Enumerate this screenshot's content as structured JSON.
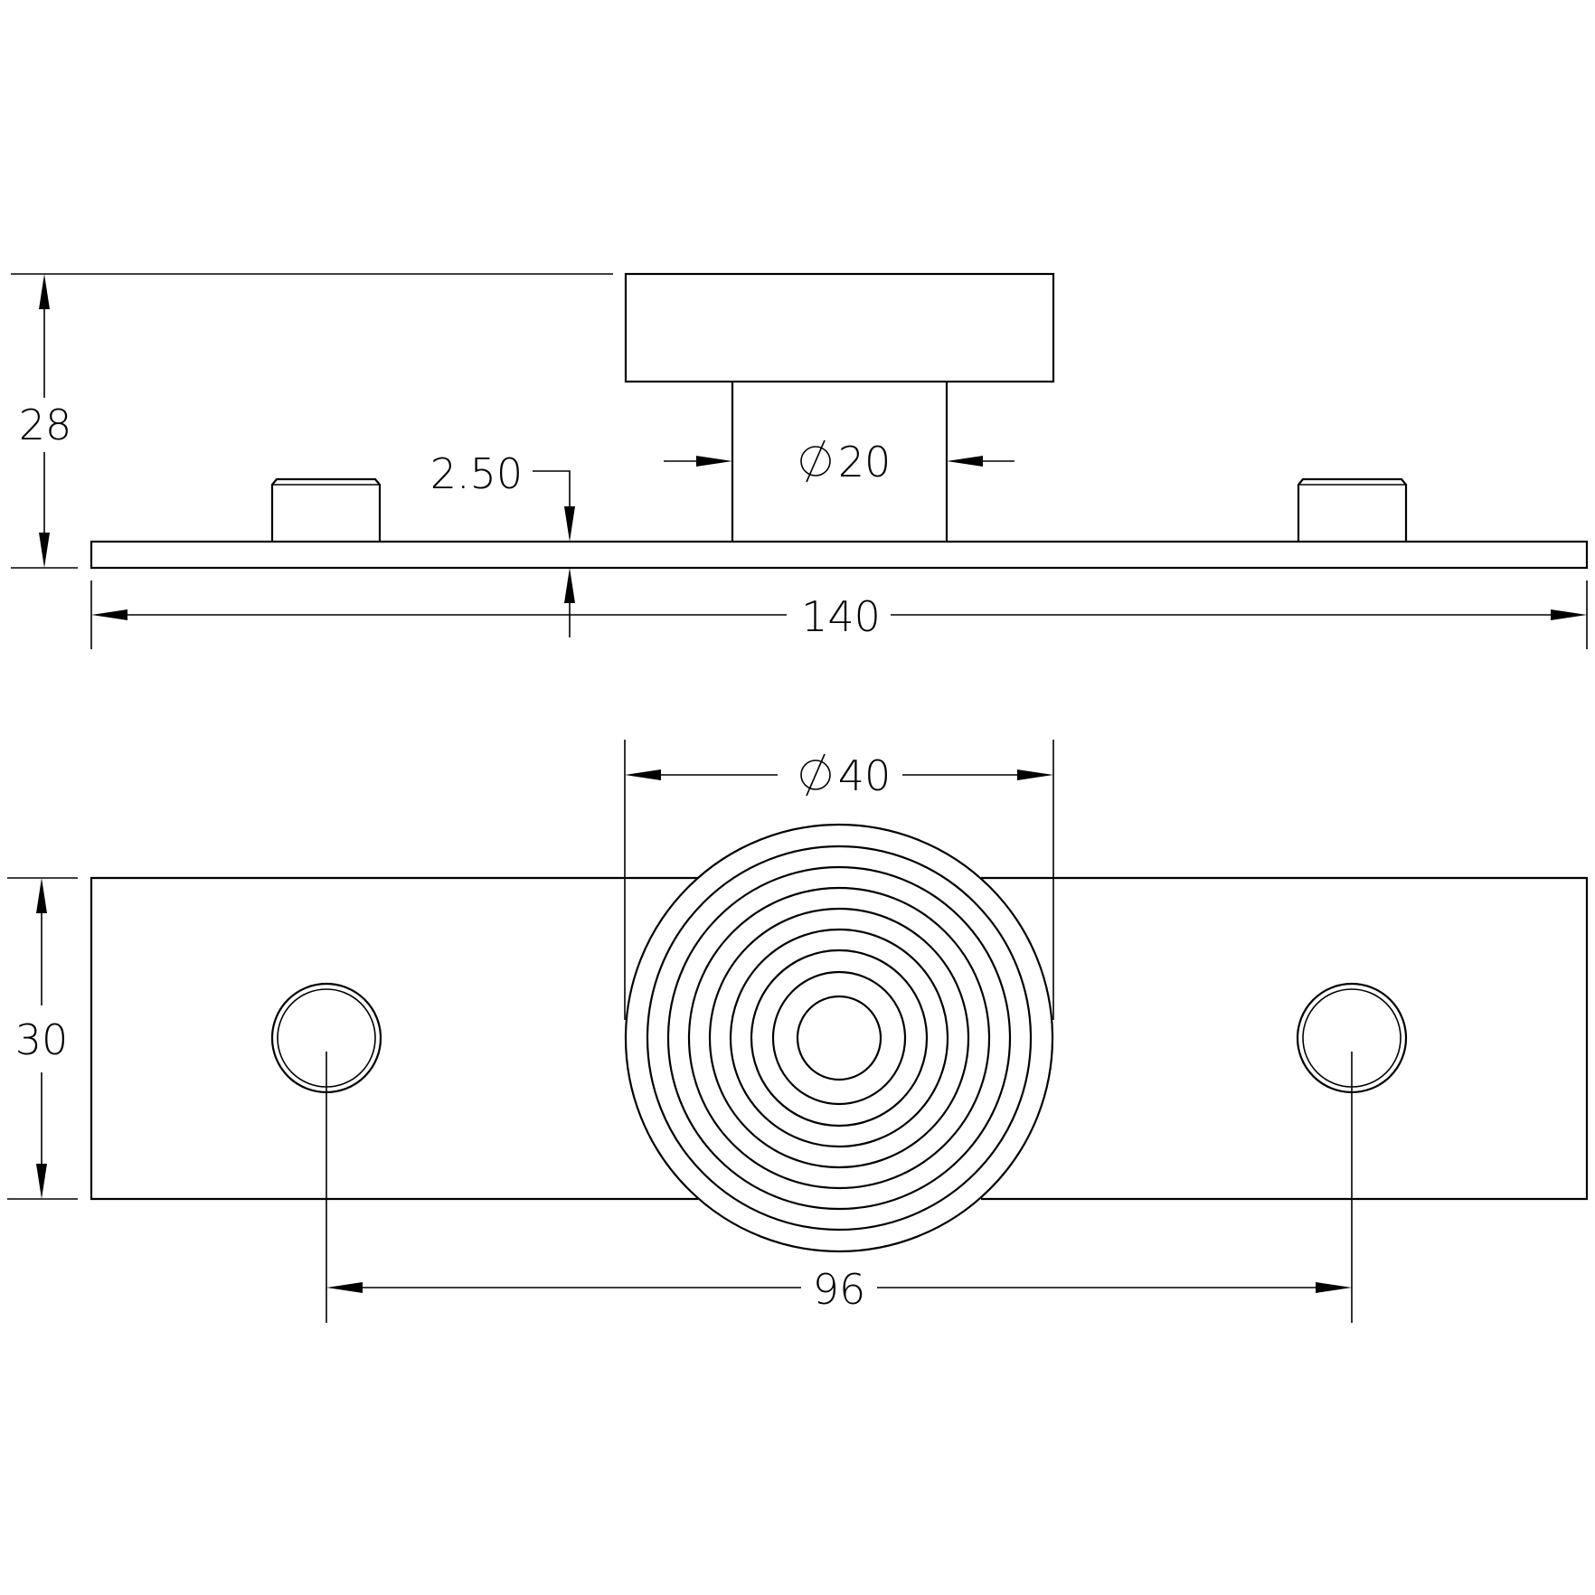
{
  "drawing": {
    "side_view": {
      "overall_height": "28",
      "plate_thickness": "2.50",
      "stem_diameter": "20",
      "overall_length": "140"
    },
    "top_view": {
      "knob_diameter": "40",
      "plate_width": "30",
      "hole_spacing": "96"
    },
    "diameter_symbol": "⌀"
  }
}
